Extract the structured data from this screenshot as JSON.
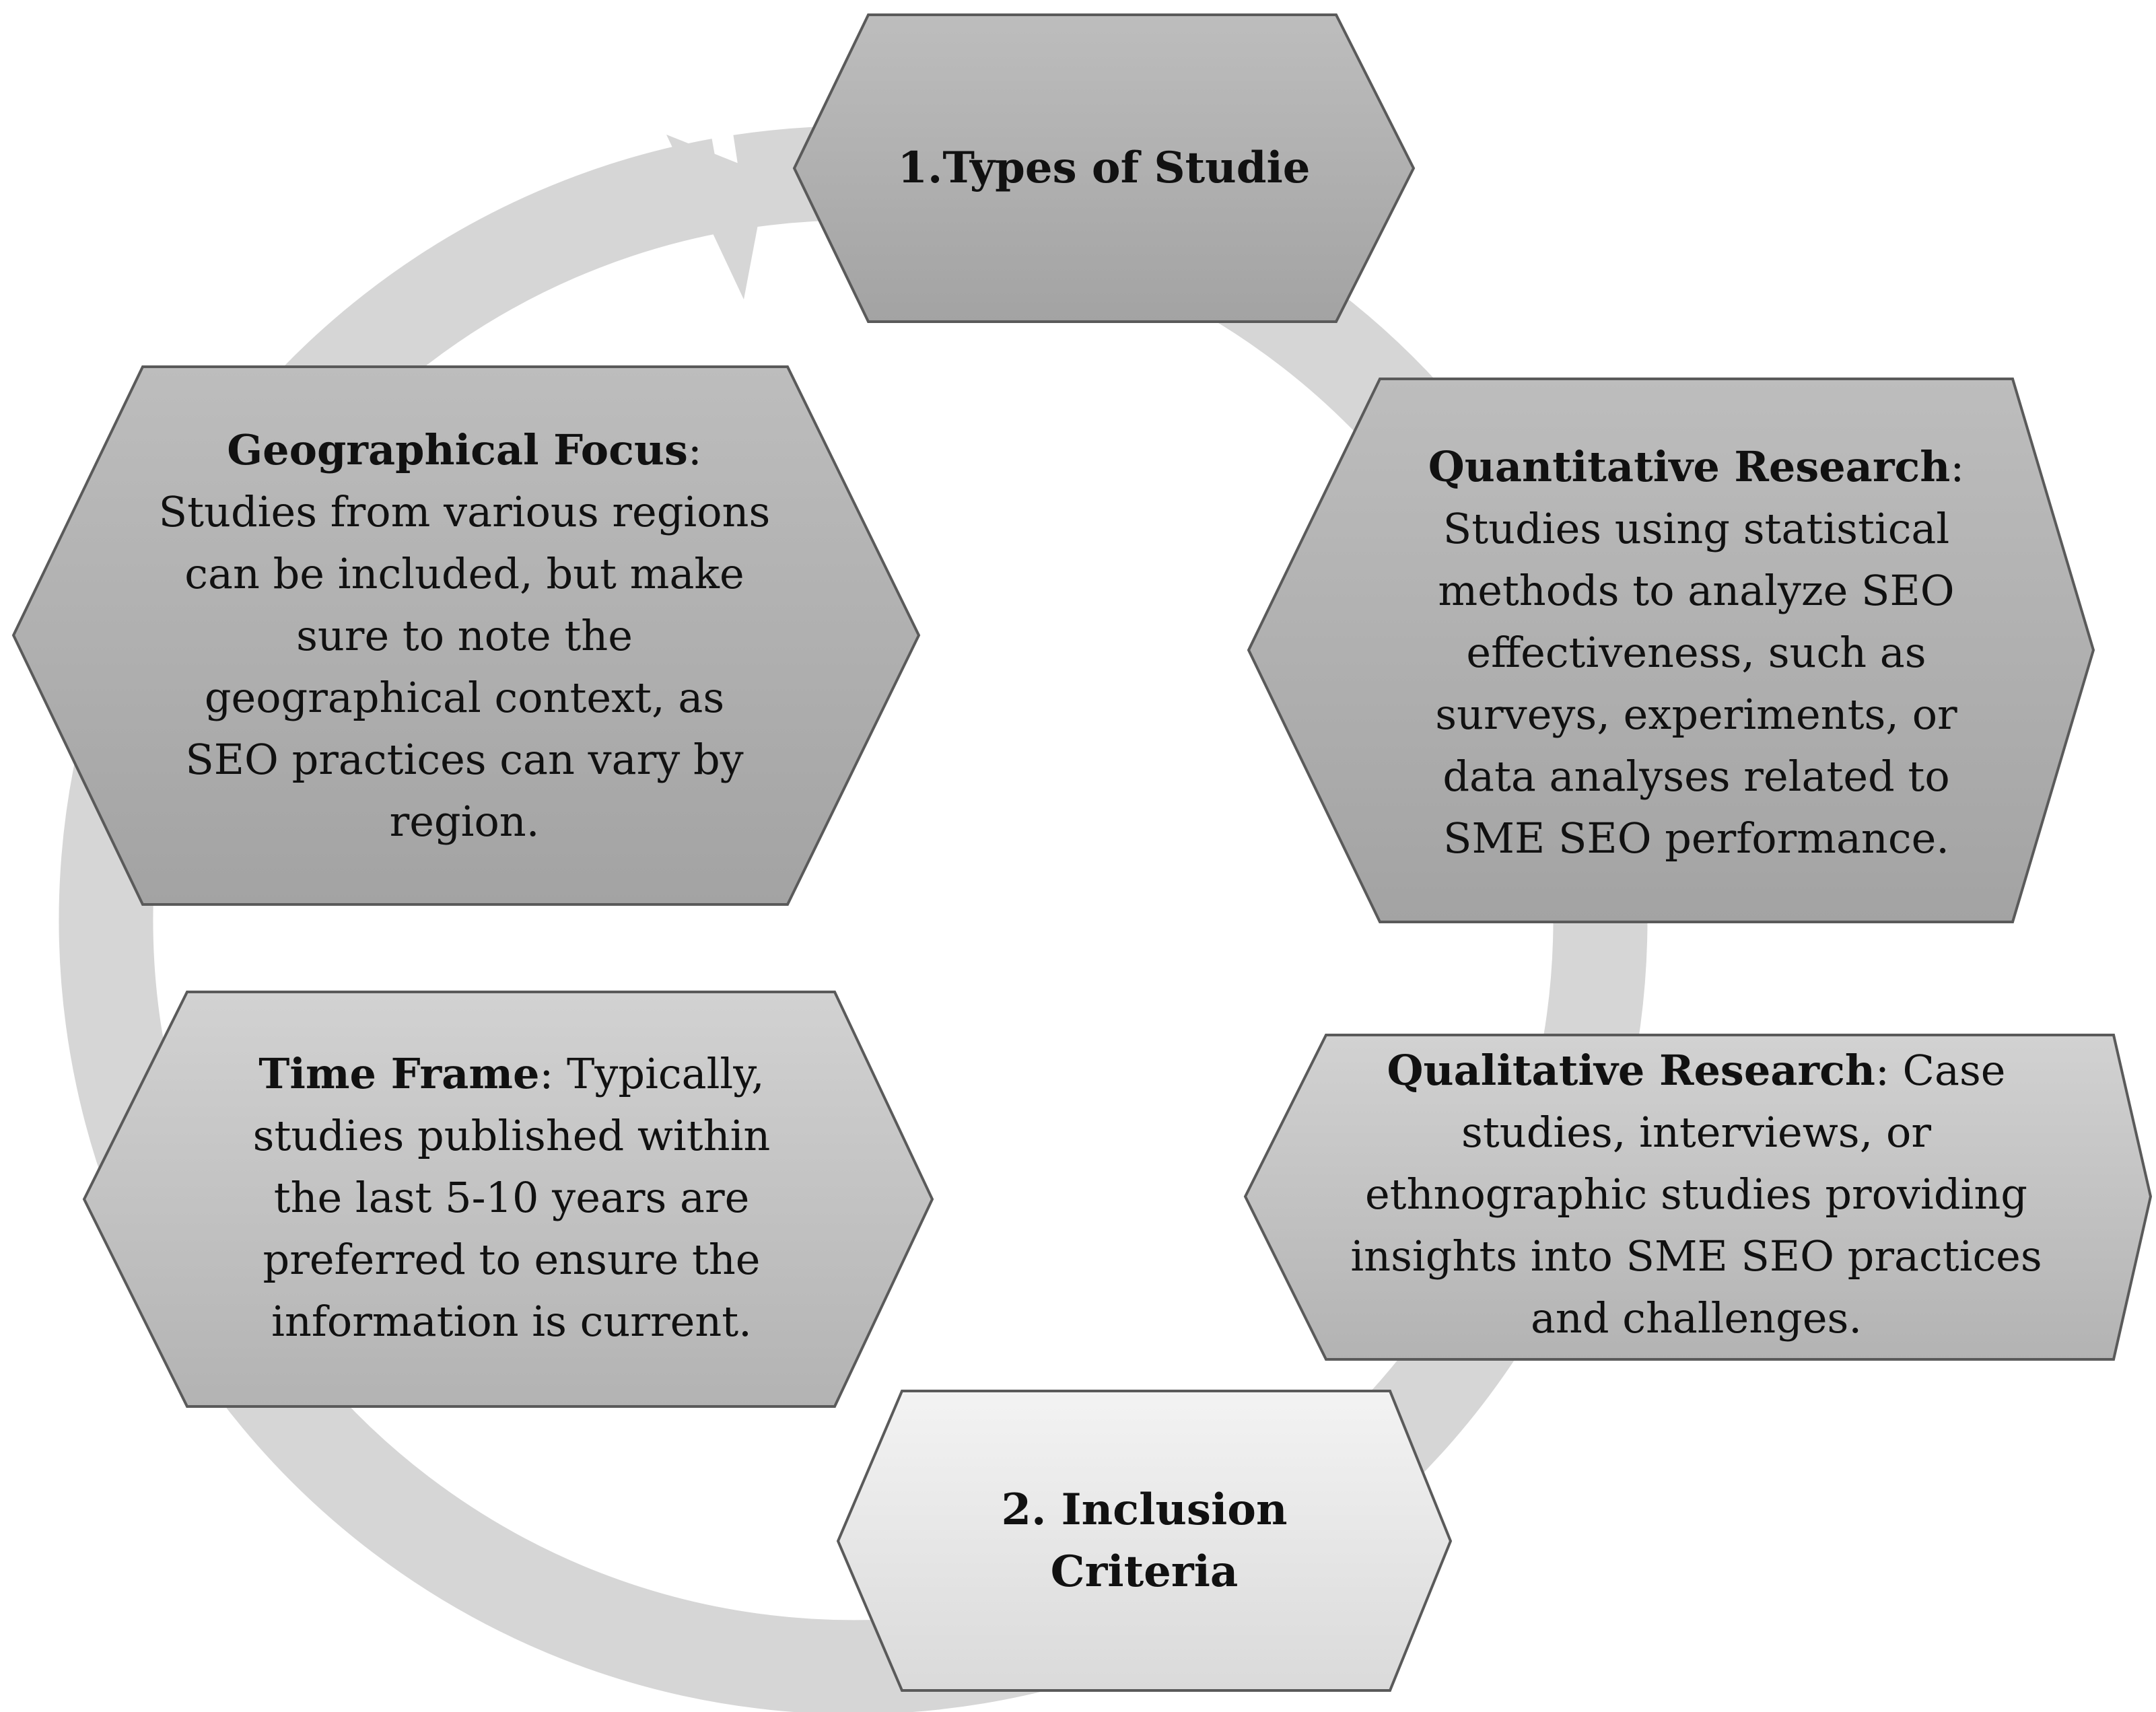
{
  "diagram": {
    "nodes": [
      {
        "id": "types",
        "title": "1.Types of Studie",
        "body": ""
      },
      {
        "id": "quantitative",
        "title": "Quantitative Research",
        "separator": ":",
        "body": "Studies using statistical methods to analyze SEO effectiveness, such as surveys, experiments, or data analyses related to SME SEO performance."
      },
      {
        "id": "qualitative",
        "title": "Qualitative Research",
        "separator": ":",
        "body": "Case studies, interviews, or ethnographic studies providing insights into SME SEO practices and challenges."
      },
      {
        "id": "inclusion",
        "title": "2. Inclusion Criteria",
        "body": ""
      },
      {
        "id": "timeframe",
        "title": "Time Frame",
        "separator": ":",
        "body": "Typically, studies published within the last 5-10 years are preferred to ensure the information is current."
      },
      {
        "id": "geo",
        "title": "Geographical Focus",
        "separator": ":",
        "body": "Studies from various regions can be included, but make sure to note the geographical context, as SEO practices can vary by region."
      }
    ],
    "colors": {
      "ring": "#d6d6d6",
      "hex_dark_top": "#bdbdbd",
      "hex_dark_bottom": "#a3a3a3",
      "hex_mid_top": "#d2d2d2",
      "hex_mid_bottom": "#b3b3b3",
      "hex_light_top": "#f2f2f2",
      "hex_light_bottom": "#dcdcdc",
      "hex_stroke": "#5a5a5a"
    }
  }
}
